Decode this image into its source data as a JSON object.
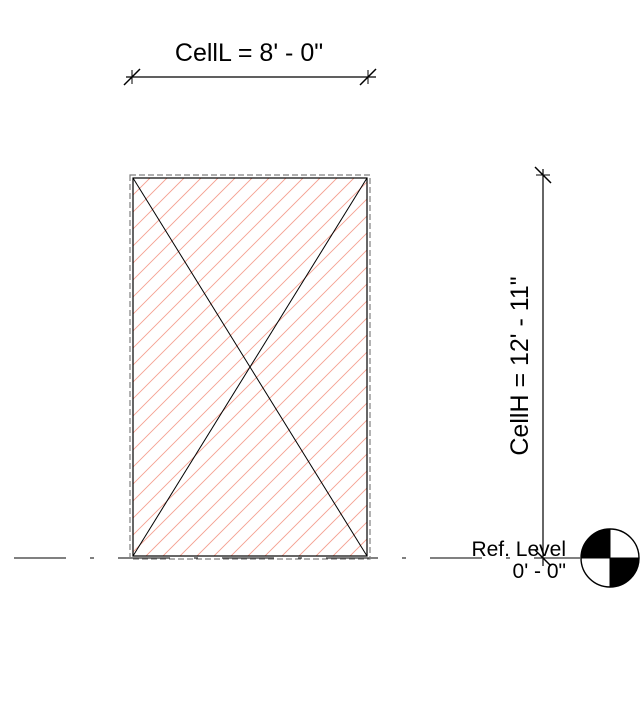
{
  "dimensions": {
    "width_label": "CellL = 8' - 0\"",
    "height_label": "CellH = 12' - 11\""
  },
  "reference_level": {
    "name": "Ref. Level",
    "elevation": "0' - 0\""
  },
  "colors": {
    "line": "#000000",
    "hatch": "#f4a090",
    "dashed_outline": "#808080",
    "background": "#ffffff"
  },
  "icons": {
    "level_marker": "level-head-icon"
  }
}
